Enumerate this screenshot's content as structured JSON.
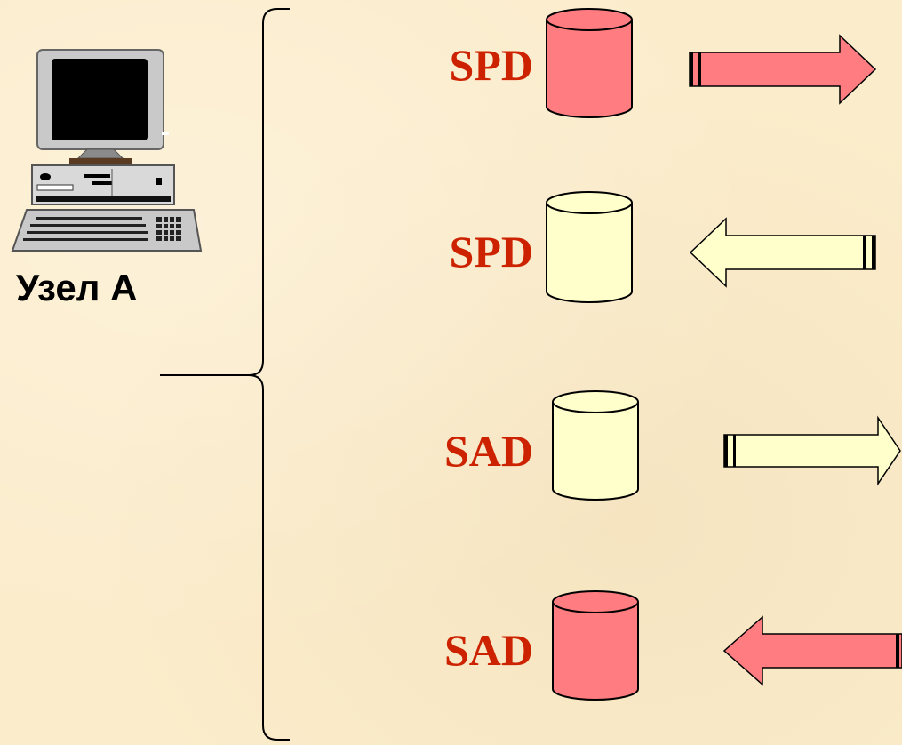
{
  "node": {
    "label": "Узел А"
  },
  "rows": [
    {
      "label": "SPD",
      "cylinder_color": "#ff7c80",
      "arrow_color": "#ff7c80",
      "arrow_direction": "right"
    },
    {
      "label": "SPD",
      "cylinder_color": "#ffffcc",
      "arrow_color": "#ffffcc",
      "arrow_direction": "left"
    },
    {
      "label": "SAD",
      "cylinder_color": "#ffffcc",
      "arrow_color": "#ffffcc",
      "arrow_direction": "right"
    },
    {
      "label": "SAD",
      "cylinder_color": "#ff7c80",
      "arrow_color": "#ff7c80",
      "arrow_direction": "left"
    }
  ],
  "colors": {
    "background": "#fbeccb",
    "label_text": "#cc2200"
  }
}
